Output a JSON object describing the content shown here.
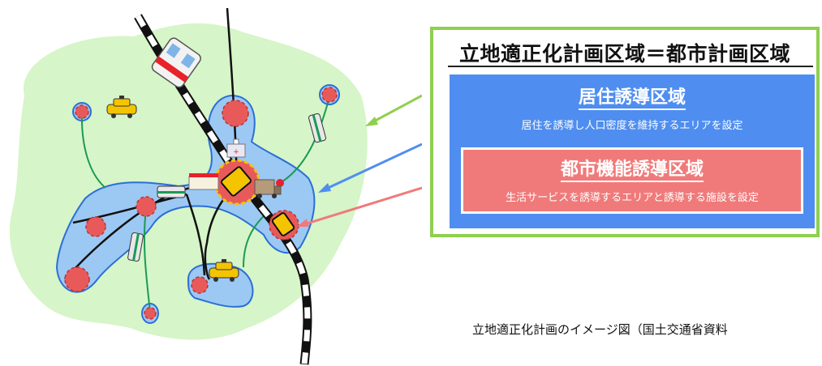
{
  "legend": {
    "title": "立地適正化計画区域＝都市計画区域",
    "living": {
      "title": "居住誘導区域",
      "description": "居住を誘導し人口密度を維持するエリアを設定"
    },
    "urban": {
      "title": "都市機能誘導区域",
      "description": "生活サービスを誘導するエリアと誘導する施設を設定"
    }
  },
  "caption": "立地適正化計画のイメージ図（国土交通省資料",
  "colors": {
    "planning_area": "#d6f5c8",
    "living_area": "#9cc8f4",
    "living_border": "#2b6fd6",
    "urban_center": "#e85a5a",
    "green_frame": "#8fcf4f",
    "living_box": "#4f8ef0",
    "urban_box": "#f07a7a"
  },
  "icons": [
    "taxi-icon",
    "bus-icon",
    "train-icon",
    "hospital-icon",
    "shop-icon",
    "station-icon"
  ]
}
